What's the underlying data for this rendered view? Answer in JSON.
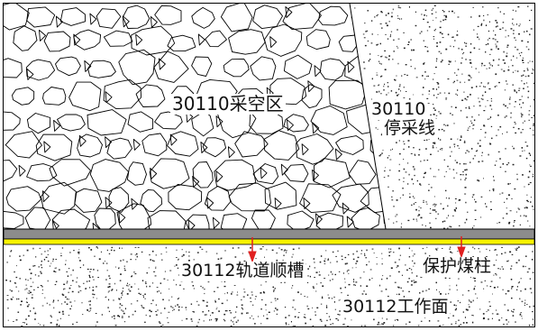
{
  "labels": {
    "goaf": "30110采空区",
    "stop_line_number": "30110",
    "stop_line_text": "停采线",
    "roadway": "30112轨道顺槽",
    "coal_pillar": "保护煤柱",
    "working_face": "30112工作面"
  },
  "colors": {
    "outline": "#000000",
    "roadway": "#8c8c8c",
    "pillar_strip": "#f7f200",
    "arrow": "#e02020",
    "background": "#ffffff"
  }
}
